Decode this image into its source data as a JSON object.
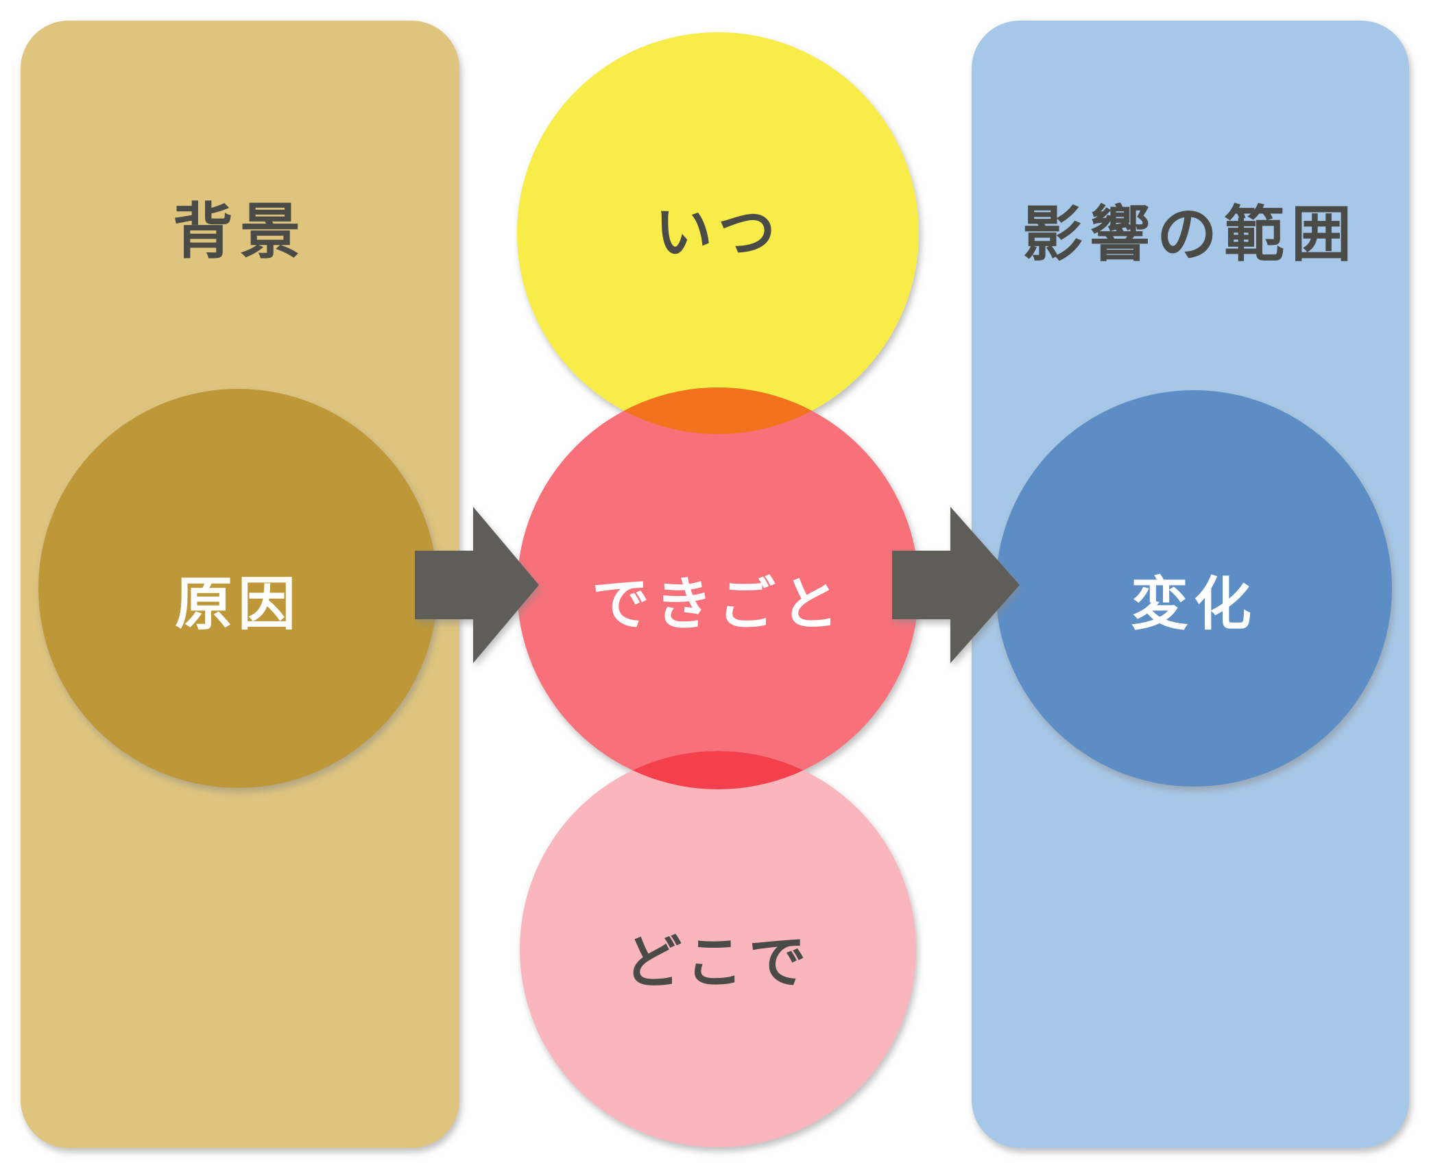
{
  "diagram": {
    "type": "cause-event-effect flow",
    "left_panel": {
      "title": "背景",
      "circle_label": "原因"
    },
    "center_column": {
      "top_circle_label": "いつ",
      "middle_circle_label": "できごと",
      "bottom_circle_label": "どこで"
    },
    "right_panel": {
      "title": "影響の範囲",
      "circle_label": "変化"
    },
    "arrows": [
      "left-to-center",
      "center-to-right"
    ]
  },
  "colors": {
    "background": "#FFFFFF",
    "tan_panel": "#DEC47D",
    "gold_circle": "#BE9839",
    "yellow_circle": "#F8EC4A",
    "orange_overlap": "#F1731F",
    "red_circle": "#F8707A",
    "red_overlap": "#F4414D",
    "pink_circle": "#F9B7BD",
    "blue_panel": "#A6C7E7",
    "blue_circle": "#5B8DC5",
    "arrow_gray": "#5E5D59",
    "text_dark": "#4A4A47",
    "text_white": "#FFFFFF"
  }
}
